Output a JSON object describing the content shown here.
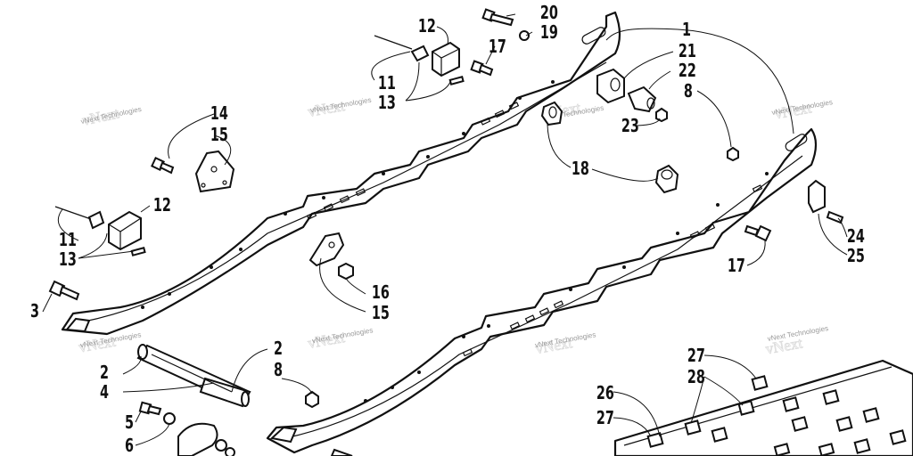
{
  "watermark": "vNext Technologies",
  "callouts": [
    {
      "key": "c1",
      "text": "1"
    },
    {
      "key": "c2a",
      "text": "2"
    },
    {
      "key": "c2b",
      "text": "2"
    },
    {
      "key": "c3",
      "text": "3"
    },
    {
      "key": "c4",
      "text": "4"
    },
    {
      "key": "c5",
      "text": "5"
    },
    {
      "key": "c6",
      "text": "6"
    },
    {
      "key": "c8a",
      "text": "8"
    },
    {
      "key": "c8b",
      "text": "8"
    },
    {
      "key": "c11a",
      "text": "11"
    },
    {
      "key": "c11b",
      "text": "11"
    },
    {
      "key": "c12a",
      "text": "12"
    },
    {
      "key": "c12b",
      "text": "12"
    },
    {
      "key": "c13a",
      "text": "13"
    },
    {
      "key": "c13b",
      "text": "13"
    },
    {
      "key": "c14",
      "text": "14"
    },
    {
      "key": "c15a",
      "text": "15"
    },
    {
      "key": "c15b",
      "text": "15"
    },
    {
      "key": "c16",
      "text": "16"
    },
    {
      "key": "c17a",
      "text": "17"
    },
    {
      "key": "c17b",
      "text": "17"
    },
    {
      "key": "c18",
      "text": "18"
    },
    {
      "key": "c19",
      "text": "19"
    },
    {
      "key": "c20",
      "text": "20"
    },
    {
      "key": "c21",
      "text": "21"
    },
    {
      "key": "c22",
      "text": "22"
    },
    {
      "key": "c23",
      "text": "23"
    },
    {
      "key": "c24",
      "text": "24"
    },
    {
      "key": "c25",
      "text": "25"
    },
    {
      "key": "c26",
      "text": "26"
    },
    {
      "key": "c27a",
      "text": "27"
    },
    {
      "key": "c27b",
      "text": "27"
    },
    {
      "key": "c28",
      "text": "28"
    }
  ]
}
